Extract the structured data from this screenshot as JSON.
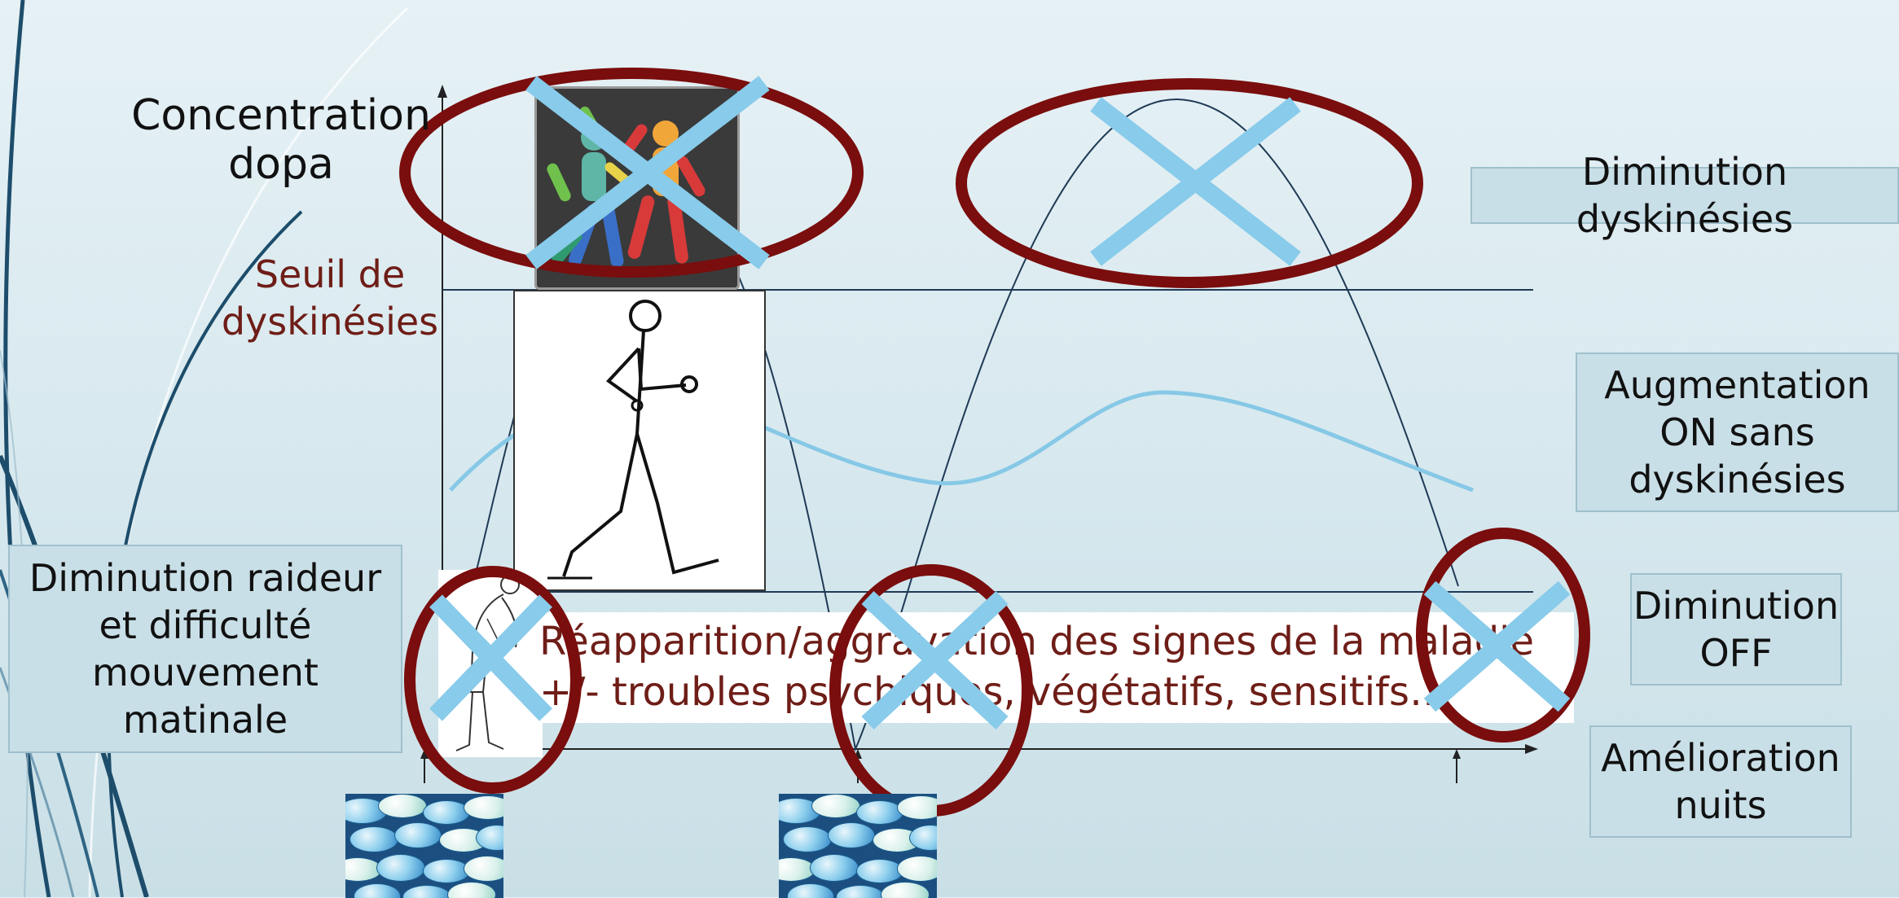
{
  "diagram": {
    "axis_y_label_line1": "Concentration",
    "axis_y_label_line2": "dopa",
    "threshold_label_line1": "Seuil de",
    "threshold_label_line2": "dyskinésies",
    "symptoms_line1": "Réapparition/aggravation des signes de la maladie",
    "symptoms_line2": "+/- troubles psychiques, végétatifs, sensitifs…"
  },
  "boxes": {
    "morning": [
      "Diminution raideur",
      "et  difficulté",
      "mouvement",
      "matinale"
    ],
    "dyskinesia": [
      "Diminution dyskinésies"
    ],
    "on_time": [
      "Augmentation",
      "ON sans",
      "dyskinésies"
    ],
    "off_time": [
      "Diminution",
      "OFF"
    ],
    "nights": [
      "Amélioration",
      "nuits"
    ]
  },
  "colors": {
    "accent_red": "#7a0d0d",
    "cross_blue": "#88cbea",
    "smooth_curve": "#86c8e6",
    "line_dark": "#1f3a55",
    "text_red": "#6e1d17",
    "box_fill": "#c9dfe7"
  },
  "icons": {
    "dyskinesia_figures": "dancing-mannequins-icon",
    "walker": "walking-stick-figure-icon",
    "stooped_man": "stooped-elderly-man-icon",
    "pills": "pills-photo-icon"
  }
}
